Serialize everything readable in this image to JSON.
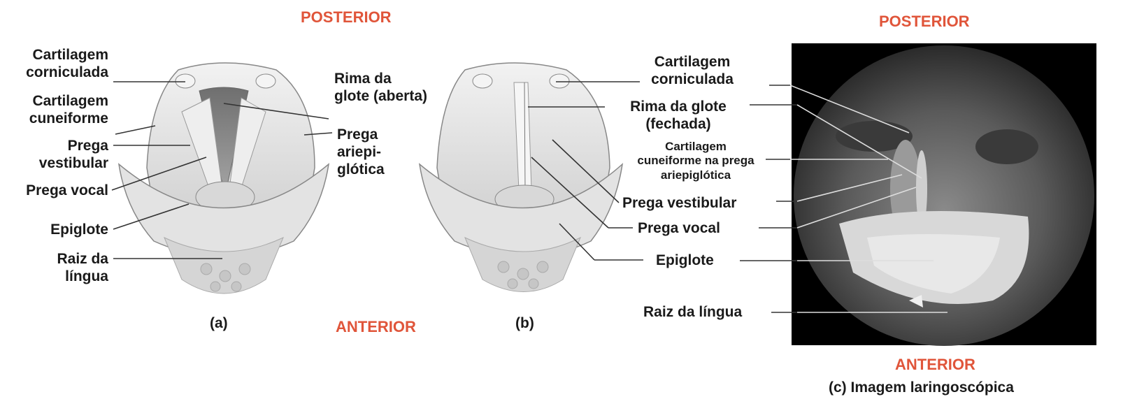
{
  "orientation": {
    "posterior_ab": "POSTERIOR",
    "anterior_ab": "ANTERIOR",
    "posterior_c": "POSTERIOR",
    "anterior_c": "ANTERIOR"
  },
  "panel_a": {
    "caption": "(a)",
    "labels": {
      "corniculate": [
        "Cartilagem",
        "corniculada"
      ],
      "cuneiform": [
        "Cartilagem",
        "cuneiforme"
      ],
      "vestibular": [
        "Prega",
        "vestibular"
      ],
      "vocal": "Prega vocal",
      "epiglottis": "Epiglote",
      "tongue_root": [
        "Raiz da",
        "língua"
      ],
      "glottis_open": [
        "Rima da",
        "glote (aberta)"
      ],
      "aryepiglottic": [
        "Prega",
        "ariepi-",
        "glótica"
      ]
    }
  },
  "panel_b": {
    "caption": "(b)",
    "labels": {
      "corniculate": [
        "Cartilagem",
        "corniculada"
      ],
      "glottis_closed": [
        "Rima da glote",
        "(fechada)"
      ],
      "cuneiform_fold": [
        "Cartilagem",
        "cuneiforme na prega",
        "ariepiglótica"
      ],
      "vestibular": "Prega vestibular",
      "vocal": "Prega vocal",
      "epiglottis": "Epiglote",
      "tongue_root": "Raiz da língua"
    }
  },
  "panel_c": {
    "caption": "(c) Imagem laringoscópica"
  },
  "colors": {
    "orientation_text": "#e0553a",
    "label_text": "#1a1a1a",
    "photo_background": "#000000"
  }
}
